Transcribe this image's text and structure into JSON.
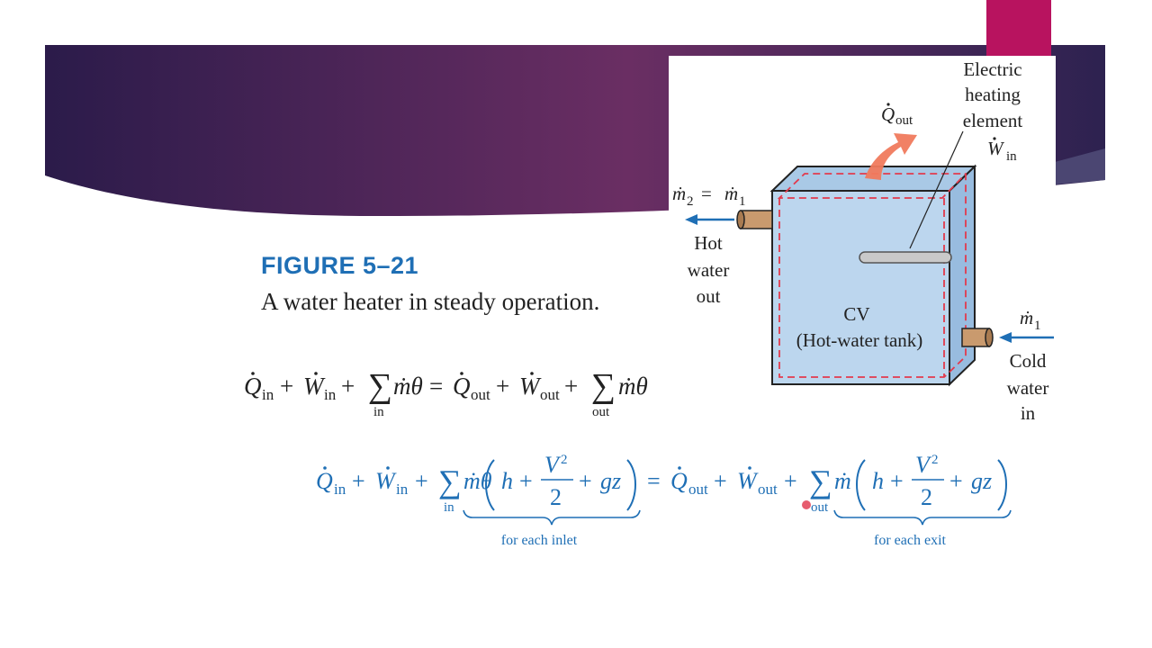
{
  "figure": {
    "title": "FIGURE 5–21",
    "caption": "A water heater in steady operation."
  },
  "diagram": {
    "labels": {
      "electric_line1": "Electric",
      "electric_line2": "heating",
      "electric_line3": "element",
      "w_in": "W",
      "w_in_sub": "in",
      "q_out": "Q",
      "q_out_sub": "out",
      "m2_eq_m1": "ṁ",
      "hot_line1": "Hot",
      "hot_line2": "water",
      "hot_line3": "out",
      "cv": "CV",
      "tank": "(Hot-water tank)",
      "m1": "ṁ",
      "cold_line1": "Cold",
      "cold_line2": "water",
      "cold_line3": "in"
    }
  },
  "equation1": {
    "q": "Q",
    "in": "in",
    "plus": "+",
    "w": "W",
    "sum": "∑",
    "mtheta": "ṁθ",
    "eq": "=",
    "out": "out"
  },
  "equation2": {
    "h": "h",
    "v2": "V",
    "two": "2",
    "gz": "gz",
    "inlet_label": "for each inlet",
    "exit_label": "for each exit"
  },
  "colors": {
    "banner_left": "#2e1c4e",
    "banner_right": "#7a3565",
    "accent_magenta": "#b8135f",
    "figure_blue": "#1f6fb5",
    "tank_fill": "#bcd6ee",
    "pipe": "#c99a6e",
    "arrow_red": "#f07a5d",
    "cv_dash": "#e23a4d"
  }
}
